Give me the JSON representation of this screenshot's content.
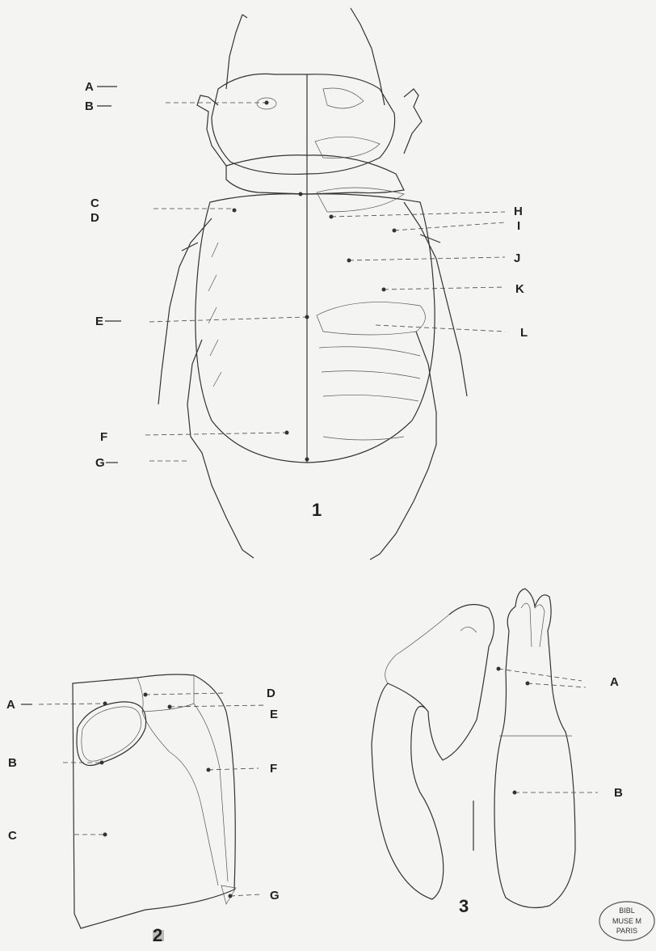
{
  "figure1": {
    "number": "1",
    "left_labels": [
      "A",
      "B",
      "C",
      "D",
      "E",
      "F",
      "G"
    ],
    "right_labels": [
      "H",
      "I",
      "J",
      "K",
      "L"
    ]
  },
  "figure2": {
    "number": "2",
    "left_labels": [
      "A",
      "B",
      "C"
    ],
    "right_labels": [
      "D",
      "E",
      "F",
      "G"
    ]
  },
  "figure3": {
    "number": "3",
    "labels": [
      "A",
      "B"
    ]
  },
  "stamp": {
    "lines": [
      "BIBL",
      "MUSE M",
      "PARIS"
    ]
  }
}
